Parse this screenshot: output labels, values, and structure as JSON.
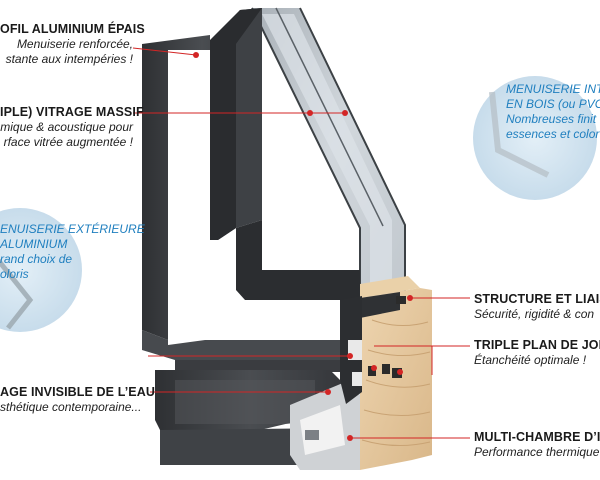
{
  "labels": {
    "profil": {
      "title": "OFIL ALUMINIUM ÉPAIS",
      "line1": "Menuiserie renforcée,",
      "line2": "stante aux intempéries !"
    },
    "vitrage": {
      "title": "IPLE) VITRAGE MASSIF",
      "line1": "mique & acoustique pour",
      "line2": "rface vitrée augmentée  !"
    },
    "exterieure": {
      "line1": "ENUISERIE EXTÉRIEURE",
      "line2": "ALUMINIUM",
      "line3": "rand choix de",
      "line4": "oloris"
    },
    "interieure": {
      "line1": "MENUISERIE INT",
      "line2": "EN BOIS (ou PVC",
      "line3": "Nombreuses finit",
      "line4": "essences et color"
    },
    "structure": {
      "title": "STRUCTURE ET LIAISO",
      "line1": "Sécurité, rigidité & con"
    },
    "joint": {
      "title": "TRIPLE PLAN DE JOINT",
      "line1": "Étanchéité optimale !"
    },
    "eau": {
      "title": "AGE INVISIBLE DE L’EAU",
      "line1": "sthétique  contemporaine..."
    },
    "multichambre": {
      "title": "MULTI-CHAMBRE D’IS",
      "line1": "Performance thermique"
    }
  },
  "colors": {
    "accent_red": "#d32525",
    "accent_blue": "#1f7fbf",
    "aluminium_dark": "#3b3d40",
    "wood": "#e4c79f"
  }
}
